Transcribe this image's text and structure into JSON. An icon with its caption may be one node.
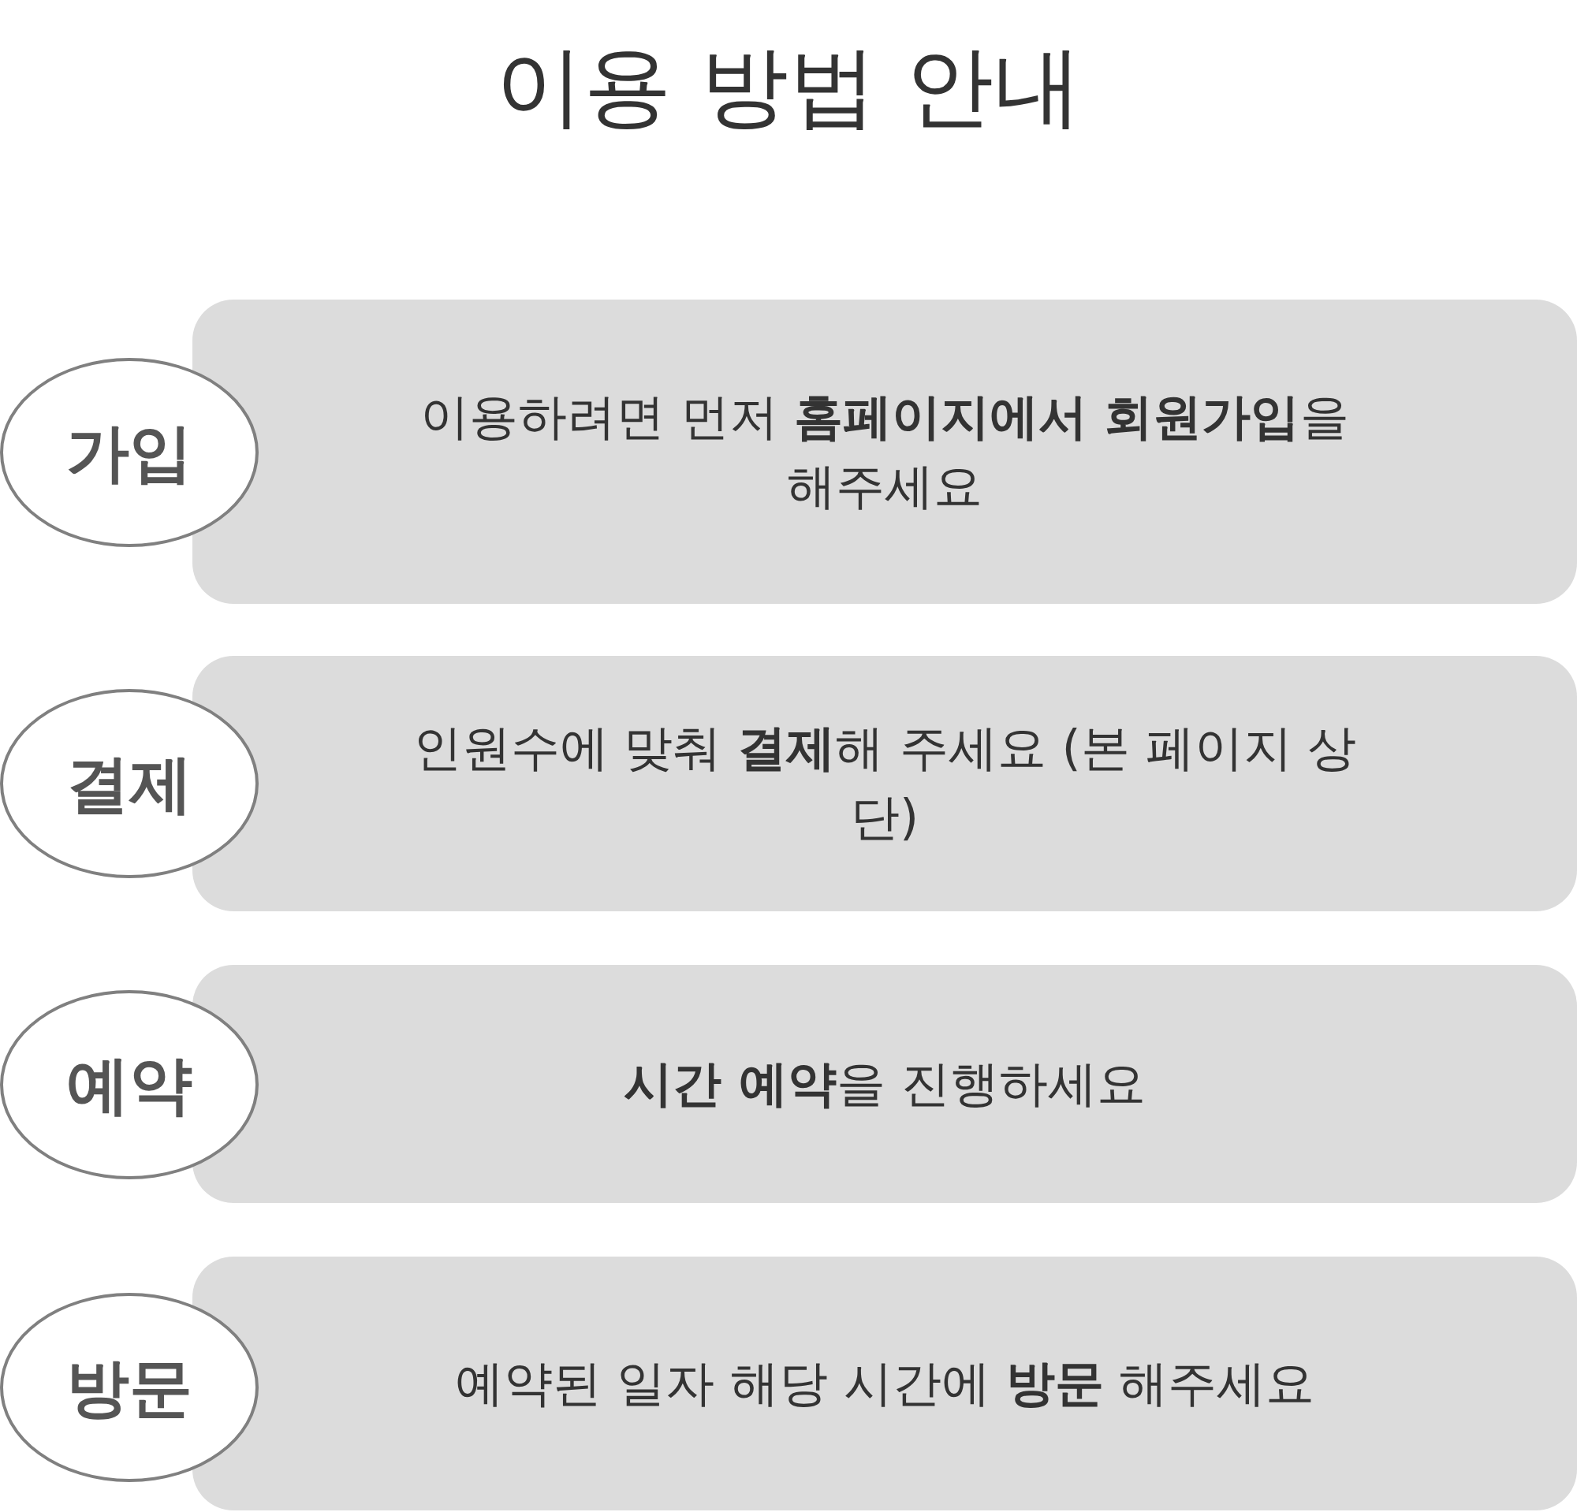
{
  "diagram": {
    "title": "이용 방법 안내",
    "nodes": [
      {
        "text": [
          "가입"
        ]
      },
      {
        "text": [
          "이용하려면 먼저 **홈페이지에서 회원가입**을 해주세요"
        ]
      },
      {
        "text": [
          "결제"
        ]
      },
      {
        "text": [
          "인원수에 맞춰 **결제**해 주세요 (본 페이지 상단)"
        ]
      },
      {
        "text": [
          "예약"
        ]
      },
      {
        "text": [
          "**시간 예약**을 진행하세요"
        ]
      },
      {
        "text": [
          "방문"
        ]
      },
      {
        "text": [
          "예약된 일자 해당 시간에 **방문** 해주세요"
        ]
      }
    ]
  }
}
